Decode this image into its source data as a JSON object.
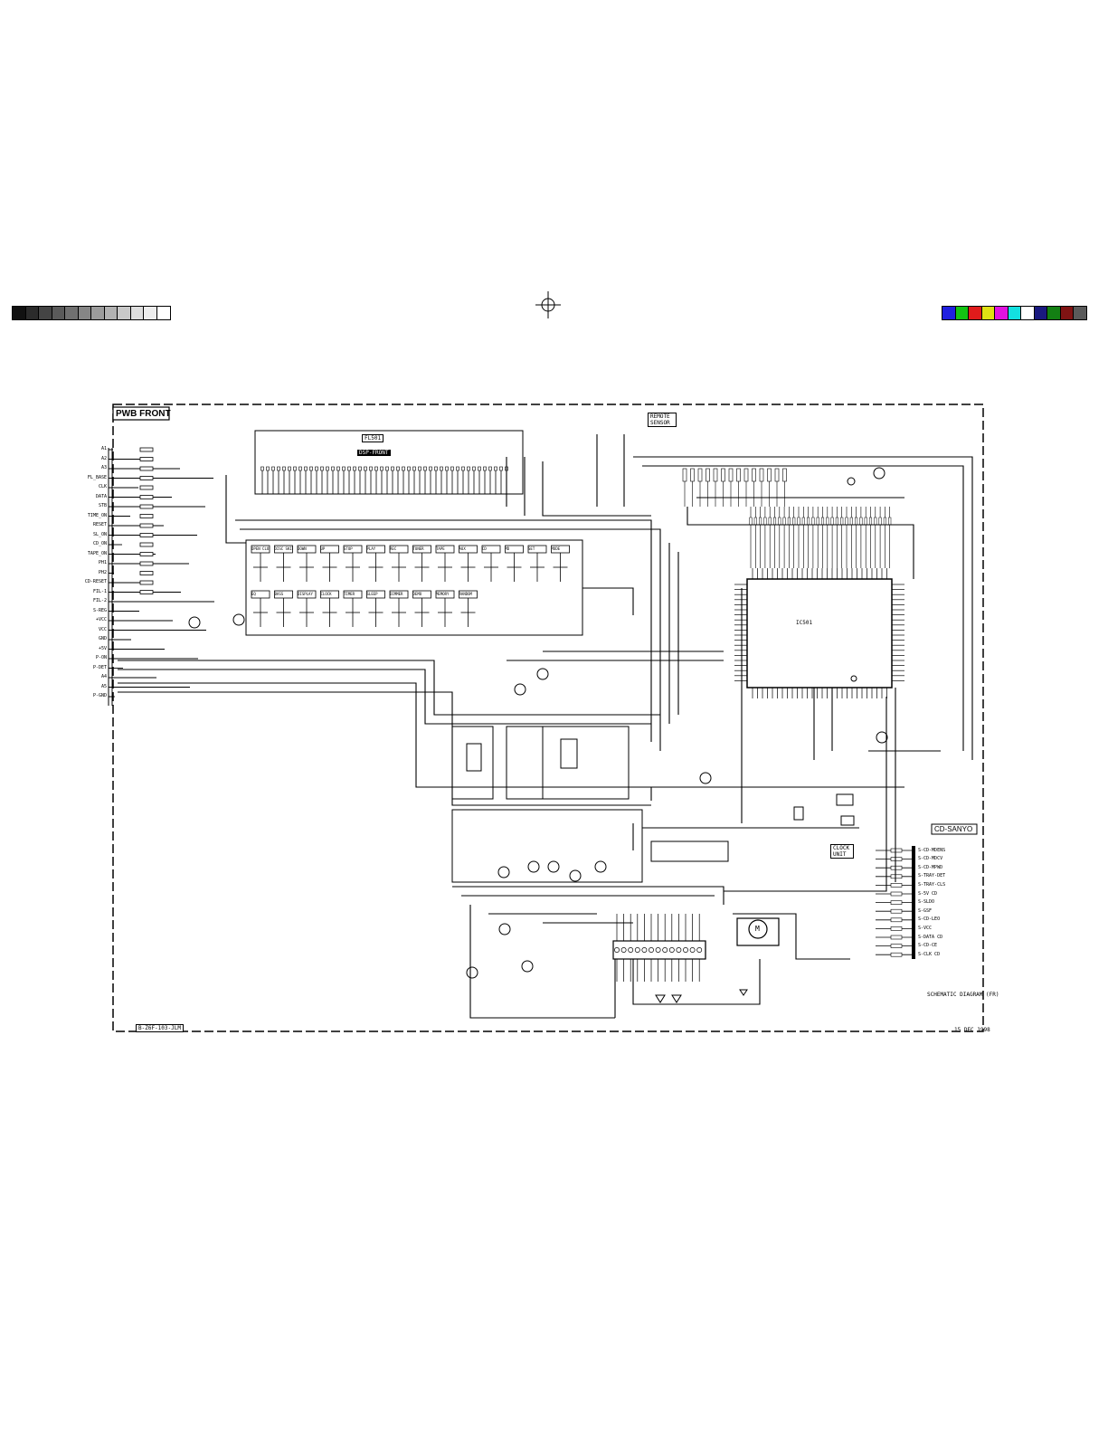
{
  "header": {
    "board_title": "PWB FRONT",
    "brand_label": "CD-SANYO",
    "clock_label": "CLOCK UNIT",
    "remote_label": "REMOTE SENSOR",
    "ic_label": "IC501",
    "fl_label": "FL501",
    "lcd_label": "DSP-FRONT"
  },
  "swatches": {
    "gray": [
      "#111111",
      "#2b2b2b",
      "#444444",
      "#5a5a5a",
      "#707070",
      "#868686",
      "#9c9c9c",
      "#b2b2b2",
      "#c8c8c8",
      "#dedede",
      "#ededed",
      "#ffffff"
    ],
    "color": [
      "#1f1fe0",
      "#13c313",
      "#e01b1b",
      "#e0e013",
      "#e013e0",
      "#13e0e0",
      "#ffffff",
      "#1a1a80",
      "#138013",
      "#801313",
      "#5a5a5a"
    ]
  },
  "left_pins": [
    "A1",
    "A2",
    "A3",
    "FL_BASE",
    "CLK",
    "DATA",
    "STB",
    "TIME_ON",
    "RESET",
    "SL_ON",
    "CD_ON",
    "TAPE_ON",
    "PH1",
    "PH2",
    "CD-RESET",
    "FIL-1",
    "FIL-2",
    "S-REG",
    "+VCC",
    "VCC",
    "GND",
    "+5V",
    "P-ON",
    "P-DET",
    "A4",
    "A5",
    "P-GND"
  ],
  "right_pins": [
    "S-CD-MDENS",
    "S-CD-MDCV",
    "S-CD-MPWD",
    "S-TRAY-DET",
    "S-TRAY-CLS",
    "S-5V CD",
    "S-SLDO",
    "S-GSF",
    "S-CD-LEO",
    "S-VCC",
    "S-DATA CD",
    "S-CD-CE",
    "S-CLK CD"
  ],
  "switch_labels": [
    "OPEN CLOSE",
    "DISC SKIP",
    "DOWN",
    "UP",
    "STOP",
    "PLAY",
    "REC",
    "TUNER",
    "TAPE",
    "AUX",
    "CD",
    "MD",
    "SET",
    "MODE",
    "EQ",
    "BASS",
    "DISPLAY",
    "CLOCK",
    "TIMER",
    "SLEEP",
    "DIMMER",
    "DEMO",
    "MEMORY",
    "RANDOM"
  ],
  "notes": {
    "footer_left": "B-Z6F-103-JLM",
    "schematic_note": "SCHEMATIC DIAGRAM (FR)",
    "date": "15 DEC 1998",
    "motor_label": "M"
  }
}
